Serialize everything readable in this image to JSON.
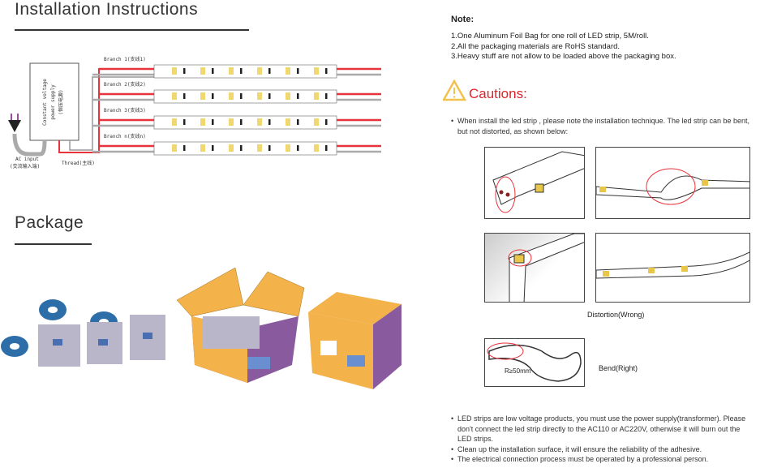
{
  "installation": {
    "title": "Installation Instructions",
    "power_supply": [
      "Constant voltage",
      "power supply",
      "(恒压电源)"
    ],
    "branches": [
      "Branch 1(支线1)",
      "Branch 2(支线2)",
      "Branch 3(支线3)",
      "Branch n(支线n)"
    ],
    "ac_input": "AC input",
    "ac_input_cn": "(交流输入端)",
    "thread": "Thread(主线)"
  },
  "package": {
    "title": "Package"
  },
  "note": {
    "title": "Note:",
    "items": [
      "1.One Aluminum Foil Bag for one roll of LED strip, 5M/roll.",
      "2.All the packaging materials are RoHS standard.",
      "3.Heavy stuff are not allow to be loaded above the packaging box."
    ]
  },
  "cautions": {
    "title": "Cautions:",
    "intro_line1": "When install the led strip , please note the installation technique. The led strip can be bent,",
    "intro_line2": "but not distorted, as shown below:",
    "distortion_label": "Distortion(Wrong)",
    "bend_label": "Bend(Right)",
    "radius_label": "R≥50mm",
    "bullets": [
      [
        "LED strips are low voltage products, you must use the power supply(transformer). Please",
        "don't connect the led strip directly to the AC110 or AC220V, otherwise it will burn out the",
        "LED strips."
      ],
      [
        "Clean up the installation surface, it will ensure the reliability of the adhesive."
      ],
      [
        "The electrical connection process must be operated by a professional person."
      ]
    ]
  },
  "colors": {
    "caution_red": "#e0242b",
    "warning_yellow": "#f2c14e",
    "wire_red": "#e8323c",
    "box_orange": "#f3b24a",
    "box_purple": "#8a5a9e"
  }
}
